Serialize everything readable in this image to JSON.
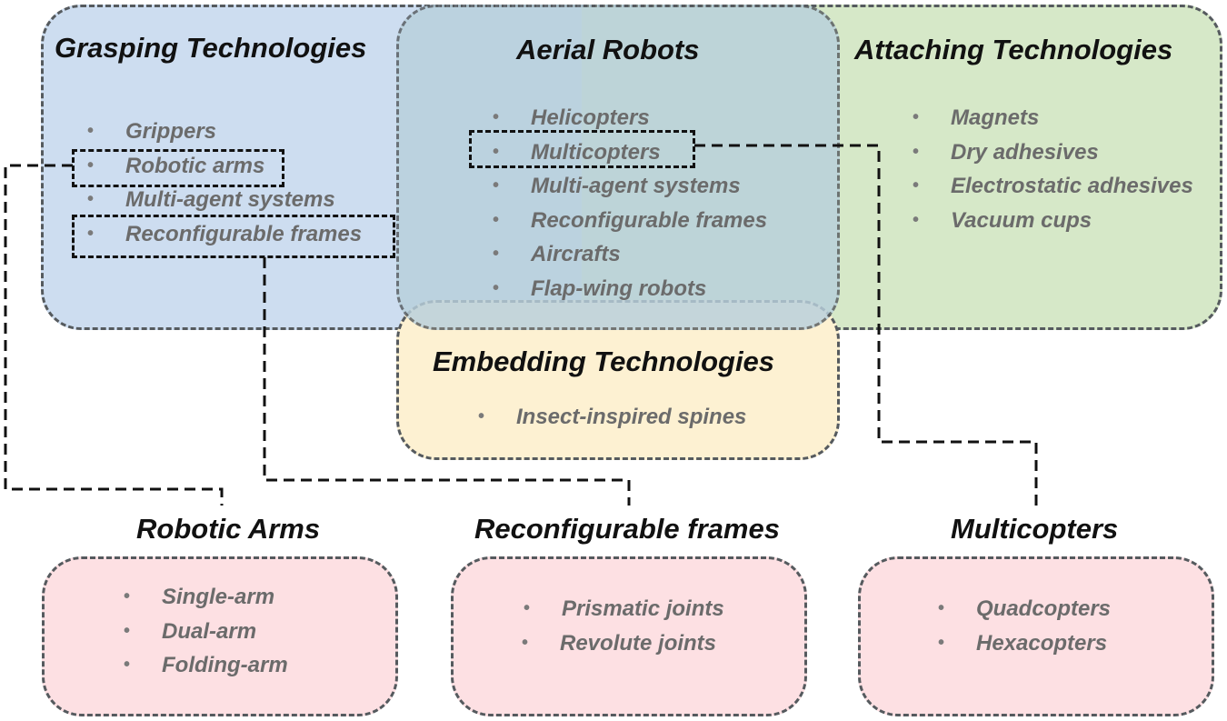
{
  "colors": {
    "grasping": "#cdddf0",
    "aerial": "#b8d0dc",
    "attaching": "#d6e8c8",
    "embedding": "#fdf1d2",
    "sub": "#fde0e3"
  },
  "grasping": {
    "title": "Grasping Technologies",
    "items": [
      "Grippers",
      "Robotic arms",
      "Multi-agent  systems",
      "Reconfigurable frames"
    ]
  },
  "aerial": {
    "title": "Aerial Robots",
    "items": [
      "Helicopters",
      "Multicopters",
      "Multi-agent  systems",
      "Reconfigurable  frames",
      "Aircrafts",
      "Flap-wing robots"
    ]
  },
  "attaching": {
    "title": "Attaching Technologies",
    "items": [
      "Magnets",
      "Dry adhesives",
      "Electrostatic  adhesives",
      "Vacuum cups"
    ]
  },
  "embedding": {
    "title": "Embedding Technologies",
    "items": [
      "Insect-inspired  spines"
    ]
  },
  "robotic_arms": {
    "title": "Robotic Arms",
    "items": [
      "Single-arm",
      "Dual-arm",
      "Folding-arm"
    ]
  },
  "reconfigurable_frames": {
    "title": "Reconfigurable frames",
    "items": [
      "Prismatic joints",
      "Revolute joints"
    ]
  },
  "multicopters": {
    "title": "Multicopters",
    "items": [
      "Quadcopters",
      "Hexacopters"
    ]
  }
}
